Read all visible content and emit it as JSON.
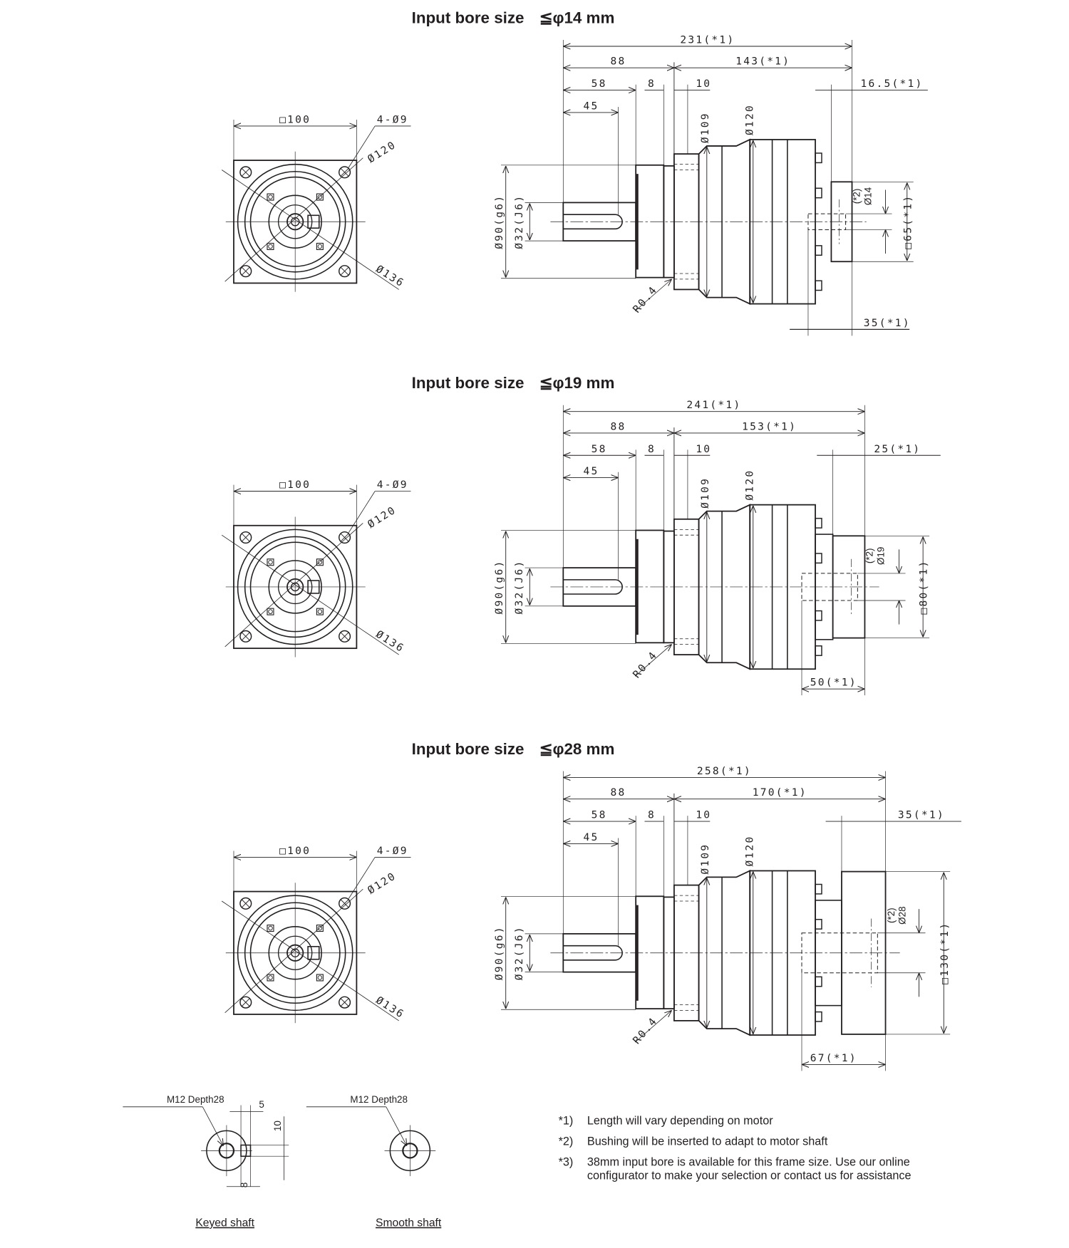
{
  "sections": [
    {
      "title": "Input bore size",
      "bore": "≦φ14 mm",
      "front": {
        "square": "□100",
        "holes": "4-Ø9",
        "pcd": "Ø120",
        "outer": "Ø136"
      },
      "side": {
        "total": "231(*1)",
        "d88": "88",
        "motor_len": "143(*1)",
        "d58": "58",
        "d8": "8",
        "d10": "10",
        "adapter_len": "16.5(*1)",
        "d45": "45",
        "d109": "Ø109",
        "d120": "Ø120",
        "d90": "Ø90(g6)",
        "d32": "Ø32(J6)",
        "r04": "R0.4",
        "bore_note": "(*2)",
        "bore_dia": "Ø14",
        "pilot": "□65(*1)",
        "flange_len": "35(*1)"
      }
    },
    {
      "title": "Input bore size",
      "bore": "≦φ19 mm",
      "front": {
        "square": "□100",
        "holes": "4-Ø9",
        "pcd": "Ø120",
        "outer": "Ø136"
      },
      "side": {
        "total": "241(*1)",
        "d88": "88",
        "motor_len": "153(*1)",
        "d58": "58",
        "d8": "8",
        "d10": "10",
        "adapter_len": "25(*1)",
        "d45": "45",
        "d109": "Ø109",
        "d120": "Ø120",
        "d90": "Ø90(g6)",
        "d32": "Ø32(J6)",
        "r04": "R0.4",
        "bore_note": "(*2)",
        "bore_dia": "Ø19",
        "pilot": "□80(*1)",
        "flange_len": "50(*1)"
      }
    },
    {
      "title": "Input bore size",
      "bore": "≦φ28 mm",
      "front": {
        "square": "□100",
        "holes": "4-Ø9",
        "pcd": "Ø120",
        "outer": "Ø136"
      },
      "side": {
        "total": "258(*1)",
        "d88": "88",
        "motor_len": "170(*1)",
        "d58": "58",
        "d8": "8",
        "d10": "10",
        "adapter_len": "35(*1)",
        "d45": "45",
        "d109": "Ø109",
        "d120": "Ø120",
        "d90": "Ø90(g6)",
        "d32": "Ø32(J6)",
        "r04": "R0.4",
        "bore_note": "(*2)",
        "bore_dia": "Ø28",
        "pilot": "□130(*1)",
        "flange_len": "67(*1)"
      }
    }
  ],
  "shaft_options": [
    {
      "label": "M12 Depth28",
      "name": "Keyed shaft",
      "dim_5": "5",
      "dim_10": "10",
      "dim_8": "8"
    },
    {
      "label": "M12 Depth28",
      "name": "Smooth shaft"
    }
  ],
  "notes": [
    {
      "marker": "*1)",
      "text": "Length will vary depending on motor"
    },
    {
      "marker": "*2)",
      "text": "Bushing will be inserted to adapt to motor shaft"
    },
    {
      "marker": "*3)",
      "text": "38mm input bore is available for this frame size. Use our online configurator to make your selection or contact us for assistance"
    }
  ]
}
